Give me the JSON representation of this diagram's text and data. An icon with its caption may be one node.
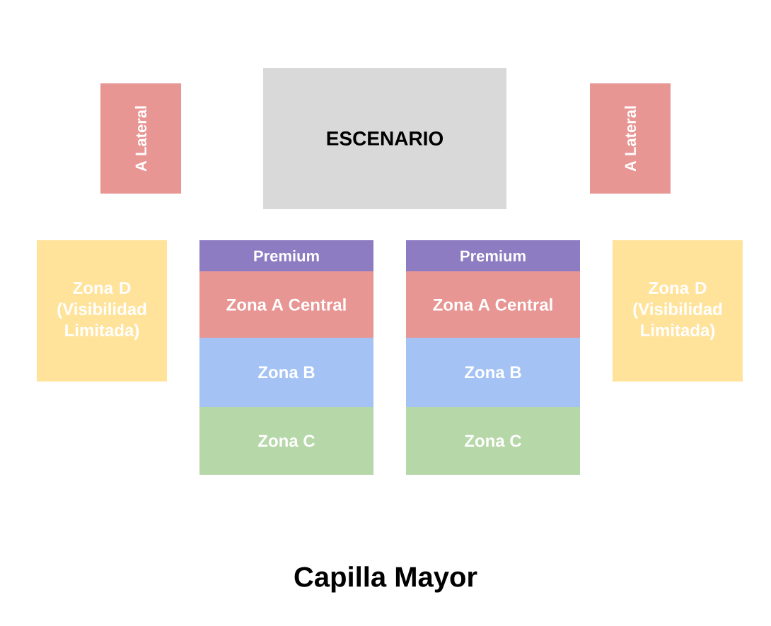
{
  "diagram": {
    "title": "Capilla Mayor",
    "nodes": [
      {
        "text": [
          "A Lateral"
        ]
      },
      {
        "text": [
          "ESCENARIO"
        ]
      },
      {
        "text": [
          "A Lateral"
        ]
      },
      {
        "text": [
          "Zona D (Visibilidad Limitada)"
        ]
      },
      {
        "text": [
          "Premium"
        ]
      },
      {
        "text": [
          "Zona A Central"
        ]
      },
      {
        "text": [
          "Zona B"
        ]
      },
      {
        "text": [
          "Zona C"
        ]
      },
      {
        "text": [
          "Premium"
        ]
      },
      {
        "text": [
          "Zona A Central"
        ]
      },
      {
        "text": [
          "Zona B"
        ]
      },
      {
        "text": [
          "Zona C"
        ]
      },
      {
        "text": [
          "Zona D (Visibilidad Limitada)"
        ]
      }
    ]
  }
}
